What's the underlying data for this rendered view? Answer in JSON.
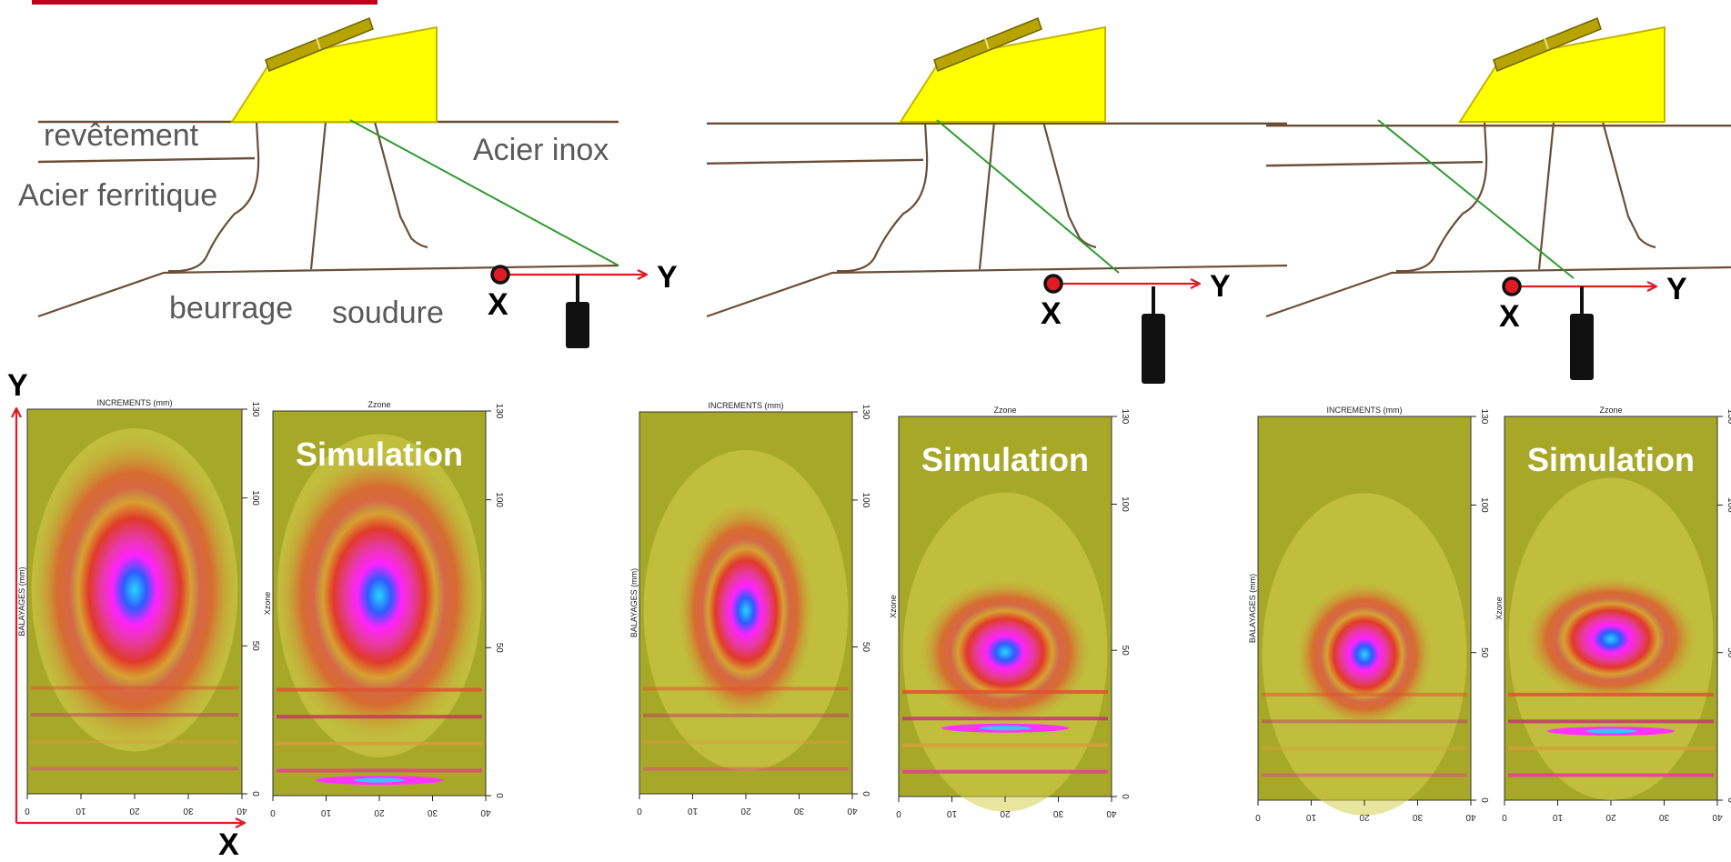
{
  "labels": {
    "coating": "revêtement",
    "stainless": "Acier inox",
    "ferritic": "Acier ferritique",
    "buttering": "beurrage",
    "weld": "soudure",
    "axis_x": "X",
    "axis_y": "Y"
  },
  "map_labels": {
    "top_measured": "INCREMENTS (mm)",
    "top_sim": "Zzone",
    "side_measured": "BALAYAGES (mm)",
    "side_sim": "Xzone",
    "sim_caption": "Simulation",
    "x_ticks": [
      "0",
      "10",
      "20",
      "30",
      "40"
    ],
    "y_ticks": [
      "0",
      "50",
      "100",
      "130"
    ]
  },
  "colors": {
    "wedge": "#ffff00",
    "wedge_edge": "#c8b400",
    "steel_line": "#6b4e37",
    "beam": "#2f9a2f",
    "arrow": "#e01b24",
    "accent": "#c0001a",
    "map_bg": "#a8a828",
    "text": "#595959"
  }
}
